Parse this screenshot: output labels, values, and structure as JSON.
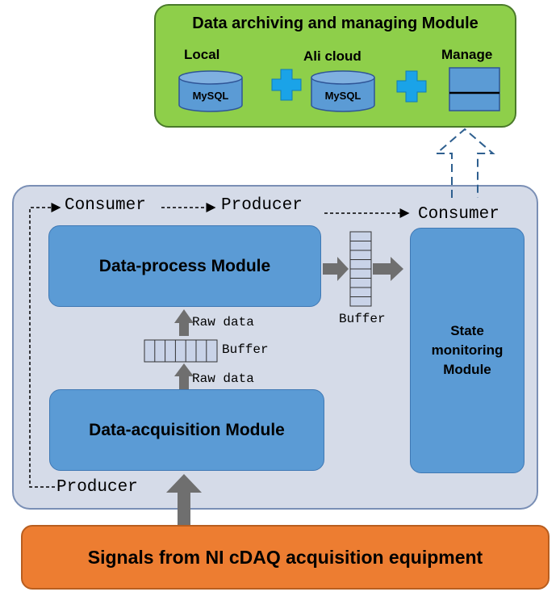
{
  "archive": {
    "title": "Data archiving and managing Module",
    "local_label": "Local",
    "cloud_label": "Ali cloud",
    "manage_label": "Manage",
    "db1_text": "MySQL",
    "db2_text": "MySQL"
  },
  "flow": {
    "consumer_left": "Consumer",
    "producer_top": "Producer",
    "consumer_right": "Consumer",
    "producer_bottom": "Producer"
  },
  "modules": {
    "process": "Data-process Module",
    "acquisition": "Data-acquisition Module",
    "state": "State monitoring Module"
  },
  "labels": {
    "raw_data_top": "Raw data",
    "raw_data_bottom": "Raw data",
    "buffer_middle": "Buffer",
    "buffer_right": "Buffer"
  },
  "signals": "Signals from NI cDAQ acquisition equipment",
  "colors": {
    "archive_fill": "#8ecf4a",
    "module_fill": "#5b9bd5",
    "container_fill": "#d5dbe8",
    "signals_fill": "#ed7d31",
    "plus_color": "#1aa3e8",
    "arrow_gray": "#6f6f6f"
  }
}
